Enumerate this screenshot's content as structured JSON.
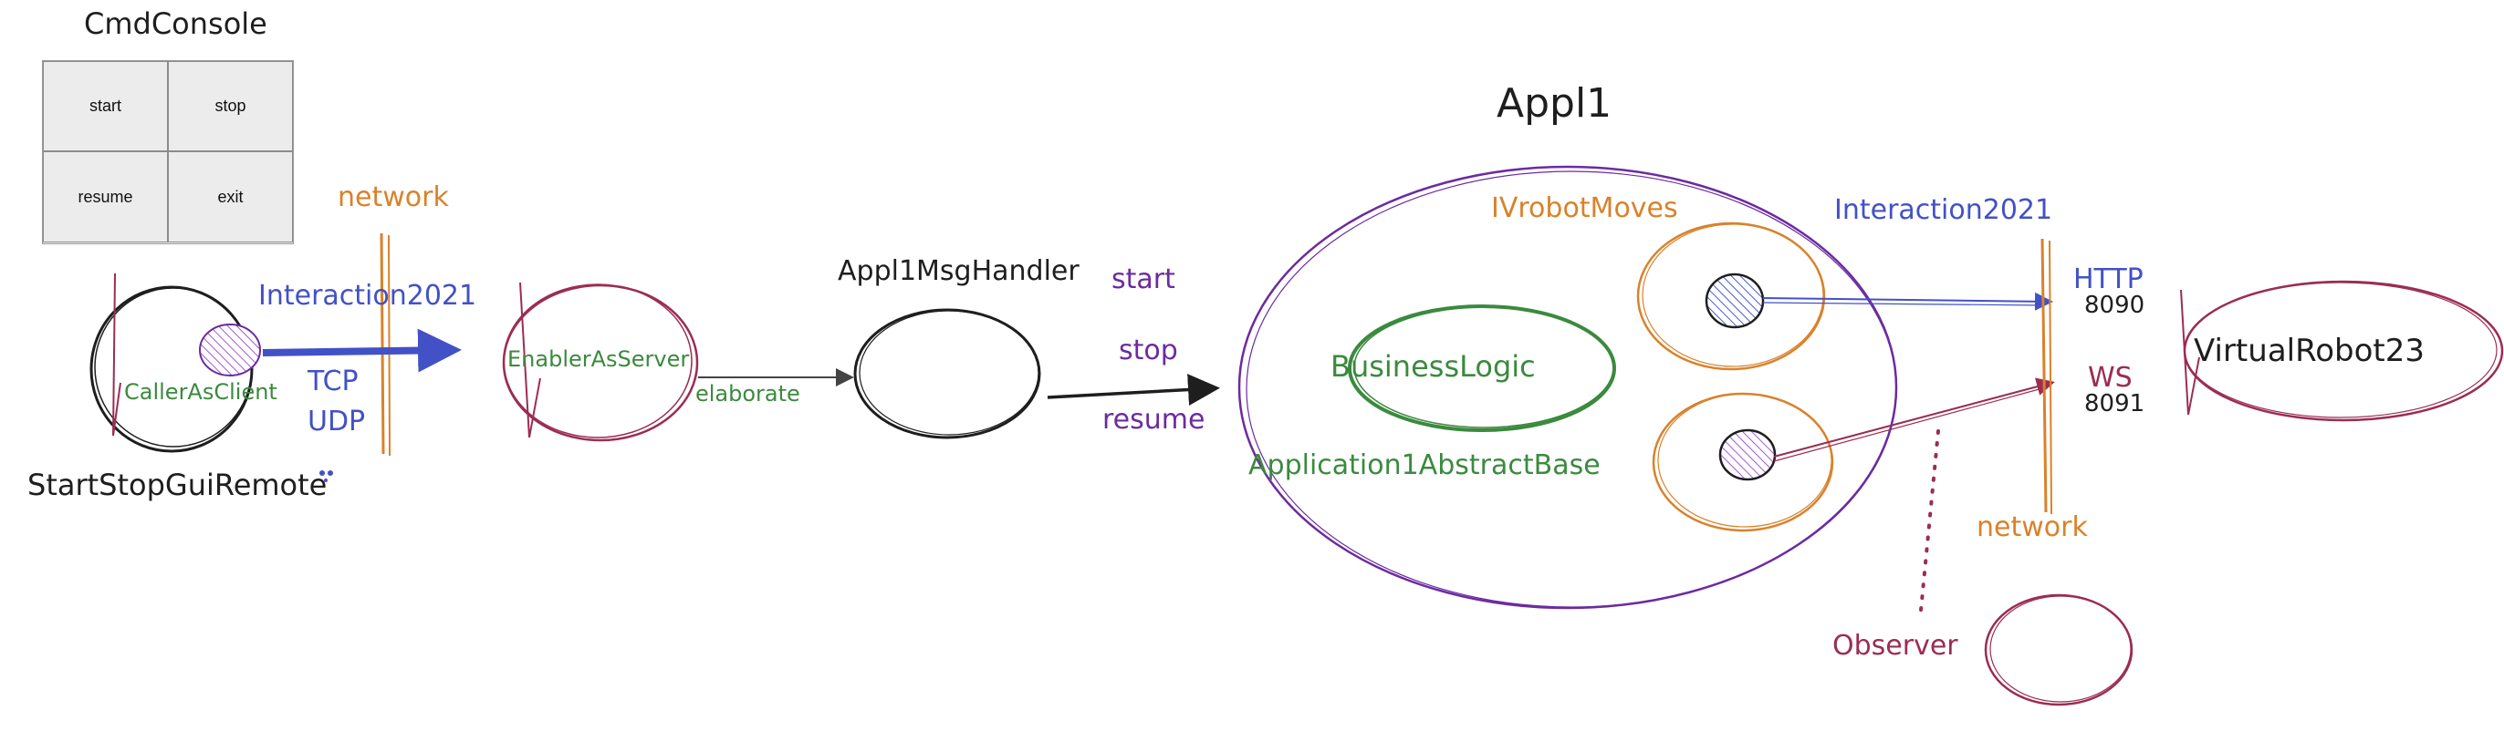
{
  "console": {
    "title": "CmdConsole",
    "buttons": [
      {
        "label": "start"
      },
      {
        "label": "stop"
      },
      {
        "label": "resume"
      },
      {
        "label": "exit"
      }
    ]
  },
  "labels": {
    "network_left": "network",
    "interaction_left": "Interaction2021",
    "caller": "CallerAsClient",
    "tcp": "TCP",
    "udp": "UDP",
    "gui_remote": "StartStopGuiRemote",
    "enabler": "EnablerAsServer",
    "elaborate": "elaborate",
    "msg_handler": "Appl1MsgHandler",
    "cmd_start": "start",
    "cmd_stop": "stop",
    "cmd_resume": "resume",
    "appl_title": "Appl1",
    "business": "BusinessLogic",
    "abstract_base": "Application1AbstractBase",
    "robot_moves": "IVrobotMoves",
    "interaction_right": "Interaction2021",
    "http": "HTTP",
    "port_http": "8090",
    "ws": "WS",
    "port_ws": "8091",
    "network_right": "network",
    "virtual_robot": "VirtualRobot23",
    "observer": "Observer"
  },
  "colors": {
    "black": "#1e1e1e",
    "blue": "#4251c6",
    "orange": "#d9822b",
    "green": "#3b8a3e",
    "purple": "#6c2ba0",
    "maroon": "#9b2d52",
    "hatch_purple": "#a05ad8",
    "hatch_blue": "#4a5ad0"
  }
}
